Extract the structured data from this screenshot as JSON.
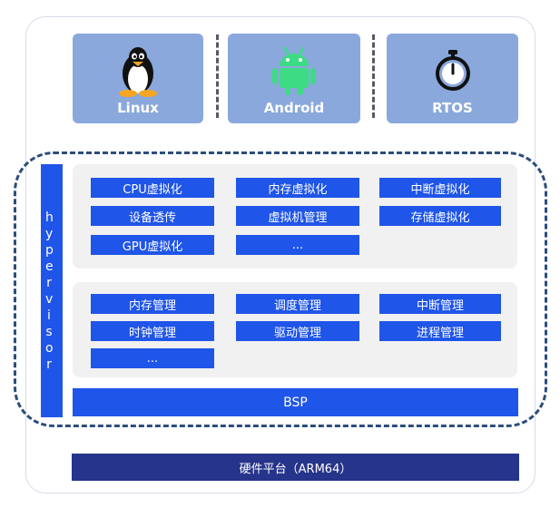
{
  "os_boxes": [
    {
      "label": "Linux",
      "icon": "penguin-icon"
    },
    {
      "label": "Android",
      "icon": "android-robot-icon"
    },
    {
      "label": "RTOS",
      "icon": "stopwatch-icon"
    }
  ],
  "hypervisor_label": "hypervisor",
  "virtualization_items": [
    "CPU虚拟化",
    "内存虚拟化",
    "中断虚拟化",
    "设备透传",
    "虚拟机管理",
    "存储虚拟化",
    "GPU虚拟化",
    "..."
  ],
  "management_items": [
    "内存管理",
    "调度管理",
    "中断管理",
    "时钟管理",
    "驱动管理",
    "进程管理",
    "..."
  ],
  "bsp_label": "BSP",
  "hardware_label": "硬件平台（ARM64）",
  "colors": {
    "chip": "#1f55e8",
    "os_box": "#8aa8dc",
    "hardware": "#27348b",
    "dashed_border": "#2c4d7c"
  }
}
